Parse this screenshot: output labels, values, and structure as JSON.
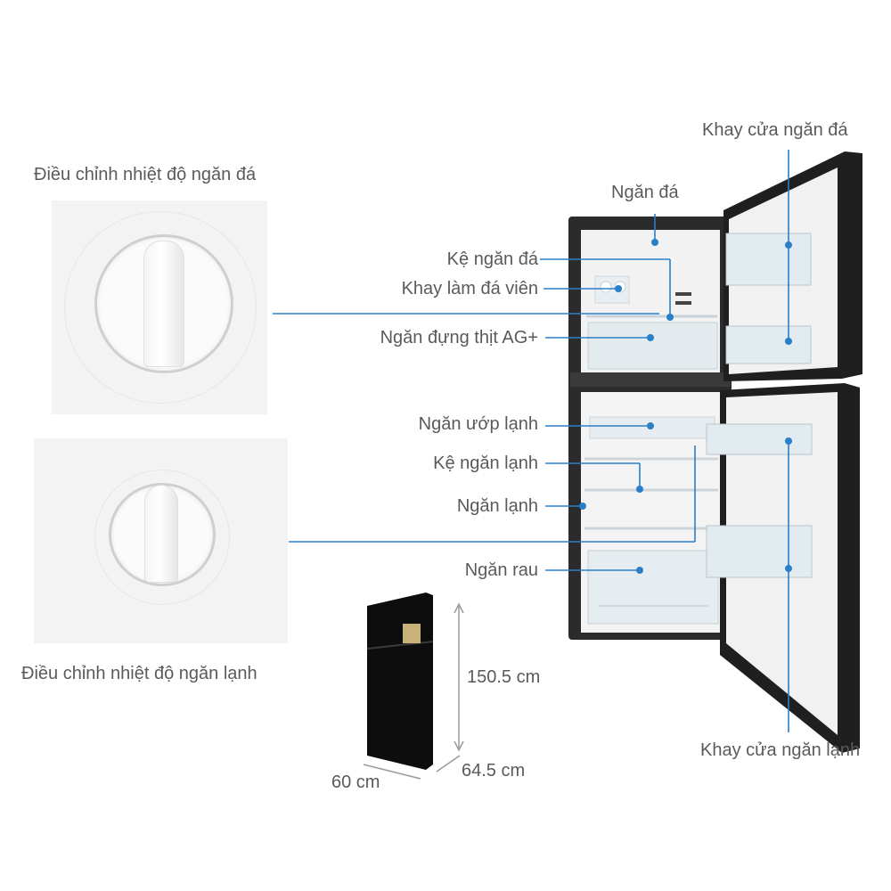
{
  "labels": {
    "freezer_dial_title": "Điều chỉnh nhiệt độ ngăn đá",
    "fridge_dial_title": "Điều chỉnh nhiệt độ ngăn lạnh",
    "freezer_door_tray": "Khay cửa ngăn đá",
    "freezer_compartment": "Ngăn đá",
    "freezer_shelf": "Kệ ngăn đá",
    "ice_tray": "Khay làm đá viên",
    "meat_case": "Ngăn đựng thịt AG+",
    "chill_compartment": "Ngăn ướp lạnh",
    "fridge_shelf": "Kệ ngăn lạnh",
    "fridge_compartment": "Ngăn lạnh",
    "vegetable_drawer": "Ngăn rau",
    "fridge_door_tray": "Khay cửa ngăn lạnh"
  },
  "dimensions": {
    "height": "150.5 cm",
    "width": "60 cm",
    "depth": "64.5 cm"
  },
  "colors": {
    "pointer_line": "#2a7fc9",
    "fridge_body": "#1a1a1a"
  }
}
